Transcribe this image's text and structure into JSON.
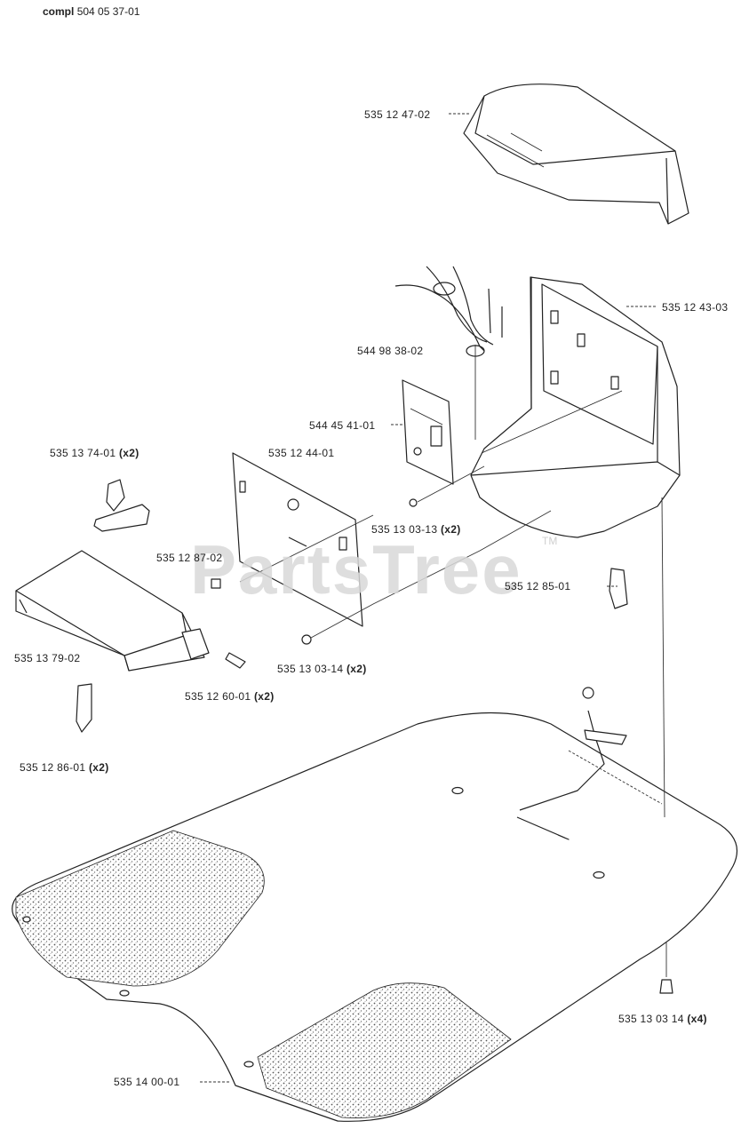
{
  "header": {
    "prefix": "compl",
    "number": "504 05 37-01"
  },
  "watermark": {
    "text": "PartsTree",
    "tm": "TM"
  },
  "parts": [
    {
      "id": "p1",
      "number": "535 12 47-02",
      "qty": ""
    },
    {
      "id": "p2",
      "number": "535 12 43-03",
      "qty": ""
    },
    {
      "id": "p3",
      "number": "544 98 38-02",
      "qty": ""
    },
    {
      "id": "p4",
      "number": "544 45 41-01",
      "qty": ""
    },
    {
      "id": "p5",
      "number": "535 13 74-01",
      "qty": "(x2)"
    },
    {
      "id": "p6",
      "number": "535 12 44-01",
      "qty": ""
    },
    {
      "id": "p7",
      "number": "535 13 03-13",
      "qty": "(x2)"
    },
    {
      "id": "p8",
      "number": "535 12 87-02",
      "qty": ""
    },
    {
      "id": "p9",
      "number": "535 12 85-01",
      "qty": ""
    },
    {
      "id": "p10",
      "number": "535 13 79-02",
      "qty": ""
    },
    {
      "id": "p11",
      "number": "535 13 03-14",
      "qty": "(x2)"
    },
    {
      "id": "p12",
      "number": "535 12 60-01",
      "qty": "(x2)"
    },
    {
      "id": "p13",
      "number": "535 12 86-01",
      "qty": "(x2)"
    },
    {
      "id": "p14",
      "number": "535 13 03 14",
      "qty": "(x4)"
    },
    {
      "id": "p15",
      "number": "535 14 00-01",
      "qty": ""
    }
  ]
}
